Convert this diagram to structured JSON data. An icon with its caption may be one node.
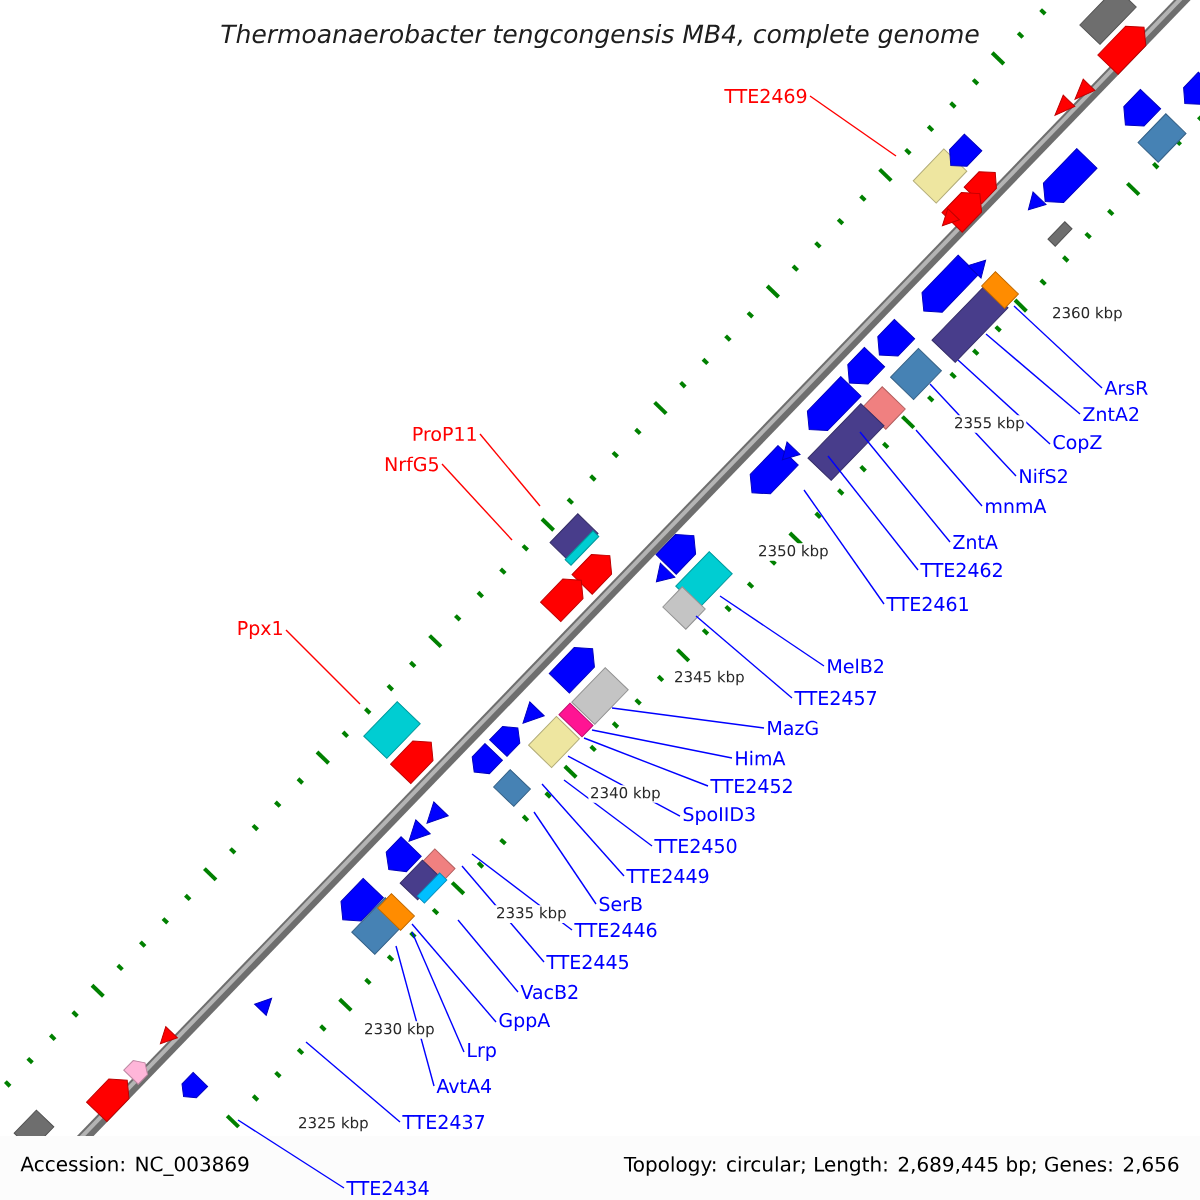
{
  "diagram": {
    "title": "Thermoanaerobacter tengcongensis MB4, complete genome",
    "nodes": [
      {
        "text": [
          "TTE2469"
        ]
      },
      {
        "text": [
          "ArsR"
        ]
      },
      {
        "text": [
          "ZntA2"
        ]
      },
      {
        "text": [
          "CopZ"
        ]
      },
      {
        "text": [
          "ProP11"
        ]
      },
      {
        "text": [
          "NifS2"
        ]
      },
      {
        "text": [
          "NrfG5"
        ]
      },
      {
        "text": [
          "mnmA"
        ]
      },
      {
        "text": [
          "ZntA"
        ]
      },
      {
        "text": [
          "TTE2462"
        ]
      },
      {
        "text": [
          "TTE2461"
        ]
      },
      {
        "text": [
          "Ppx1"
        ]
      },
      {
        "text": [
          "MelB2"
        ]
      },
      {
        "text": [
          "TTE2457"
        ]
      },
      {
        "text": [
          "MazG"
        ]
      },
      {
        "text": [
          "HimA"
        ]
      },
      {
        "text": [
          "TTE2452"
        ]
      },
      {
        "text": [
          "SpoIID3"
        ]
      },
      {
        "text": [
          "TTE2450"
        ]
      },
      {
        "text": [
          "TTE2449"
        ]
      },
      {
        "text": [
          "SerB"
        ]
      },
      {
        "text": [
          "TTE2446"
        ]
      },
      {
        "text": [
          "TTE2445"
        ]
      },
      {
        "text": [
          "VacB2"
        ]
      },
      {
        "text": [
          "GppA"
        ]
      },
      {
        "text": [
          "Lrp"
        ]
      },
      {
        "text": [
          "AvtA4"
        ]
      },
      {
        "text": [
          "TTE2437"
        ]
      },
      {
        "text": [
          "TTE2434"
        ]
      }
    ],
    "edges": [
      {
        "from": 0,
        "to": null,
        "arrow": "none",
        "color": "#ff0000"
      },
      {
        "from": 1,
        "to": null,
        "arrow": "none"
      },
      {
        "from": 2,
        "to": null,
        "arrow": "none"
      },
      {
        "from": 3,
        "to": null,
        "arrow": "none"
      },
      {
        "from": 4,
        "to": null,
        "arrow": "none",
        "color": "#ff0000"
      },
      {
        "from": 5,
        "to": null,
        "arrow": "none"
      },
      {
        "from": 6,
        "to": null,
        "arrow": "none",
        "color": "#ff0000"
      },
      {
        "from": 7,
        "to": null,
        "arrow": "none"
      },
      {
        "from": 8,
        "to": null,
        "arrow": "none"
      },
      {
        "from": 9,
        "to": null,
        "arrow": "none"
      },
      {
        "from": 10,
        "to": null,
        "arrow": "none"
      },
      {
        "from": 11,
        "to": null,
        "arrow": "none",
        "color": "#ff0000"
      },
      {
        "from": 12,
        "to": null,
        "arrow": "none"
      },
      {
        "from": 13,
        "to": null,
        "arrow": "none"
      },
      {
        "from": 14,
        "to": null,
        "arrow": "none"
      },
      {
        "from": 15,
        "to": null,
        "arrow": "none"
      },
      {
        "from": 16,
        "to": null,
        "arrow": "none"
      },
      {
        "from": 17,
        "to": null,
        "arrow": "none"
      },
      {
        "from": 18,
        "to": null,
        "arrow": "none"
      },
      {
        "from": 19,
        "to": null,
        "arrow": "none"
      },
      {
        "from": 20,
        "to": null,
        "arrow": "none"
      },
      {
        "from": 21,
        "to": null,
        "arrow": "none"
      },
      {
        "from": 22,
        "to": null,
        "arrow": "none"
      },
      {
        "from": 23,
        "to": null,
        "arrow": "none"
      },
      {
        "from": 24,
        "to": null,
        "arrow": "none"
      },
      {
        "from": 25,
        "to": null,
        "arrow": "none"
      },
      {
        "from": 26,
        "to": null,
        "arrow": "none"
      },
      {
        "from": 27,
        "to": null,
        "arrow": "none"
      },
      {
        "from": 28,
        "to": null,
        "arrow": "none"
      }
    ],
    "labels": [
      "2360 kbp",
      "2355 kbp",
      "2350 kbp",
      "2345 kbp",
      "2340 kbp",
      "2335 kbp",
      "2330 kbp",
      "2325 kbp",
      "Accession: NC_003869",
      "Topology: circular; Length: 2,689,445 bp; Genes: 2,656"
    ]
  }
}
